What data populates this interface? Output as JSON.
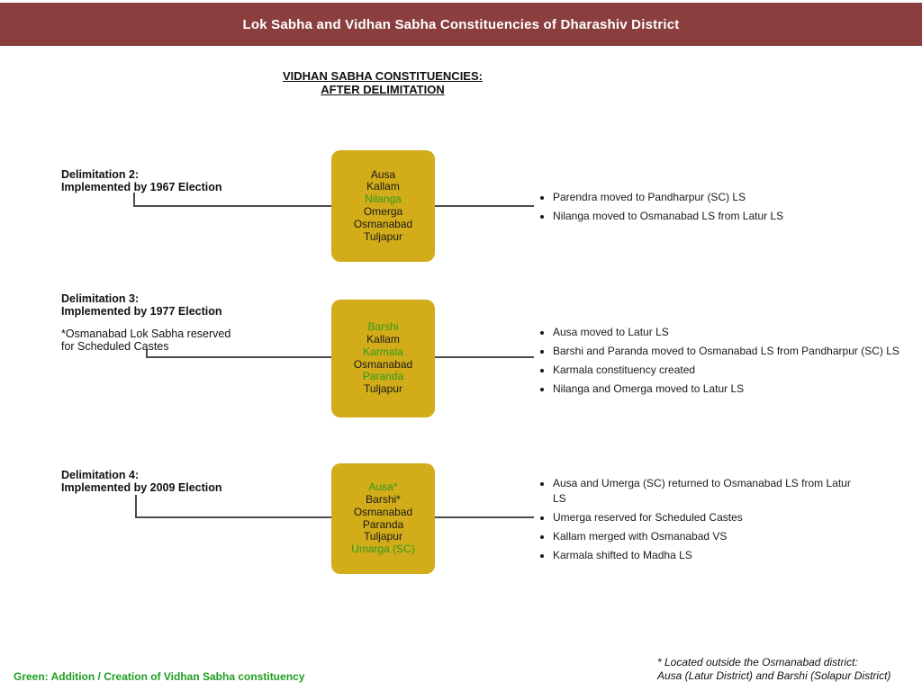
{
  "banner": {
    "title": "Lok Sabha and Vidhan Sabha Constituencies of  Dharashiv District"
  },
  "heading": {
    "line1": "VIDHAN SABHA CONSTITUENCIES:",
    "line2": "AFTER DELIMITATION"
  },
  "colors": {
    "banner_bg": "#8B3E3E",
    "box_fill": "#D2AC19",
    "green_text": "#2E9B1E",
    "legend_green": "#1F9E1F",
    "connector": "#4A4A4A"
  },
  "sections": [
    {
      "label_lines": [
        "Delimitation 2:",
        "Implemented by 1967 Election"
      ],
      "box": [
        {
          "text": "Ausa",
          "green": false
        },
        {
          "text": "Kallam",
          "green": false
        },
        {
          "text": "Nilanga",
          "green": true
        },
        {
          "text": "Omerga",
          "green": false
        },
        {
          "text": "Osmanabad",
          "green": false
        },
        {
          "text": "Tuljapur",
          "green": false
        }
      ],
      "bullets": [
        "Parendra moved to Pandharpur (SC) LS",
        "Nilanga moved to Osmanabad LS from Latur LS"
      ]
    },
    {
      "label_lines": [
        "Delimitation 3:",
        "Implemented by 1977 Election"
      ],
      "note_lines": [
        "*Osmanabad Lok Sabha reserved",
        "for Scheduled Castes"
      ],
      "box": [
        {
          "text": "Barshi",
          "green": true
        },
        {
          "text": "Kallam",
          "green": false
        },
        {
          "text": "Karmala",
          "green": true
        },
        {
          "text": "Osmanabad",
          "green": false
        },
        {
          "text": "Paranda",
          "green": true
        },
        {
          "text": "Tuljapur",
          "green": false
        }
      ],
      "bullets": [
        "Ausa moved to Latur LS",
        "Barshi and Paranda moved to Osmanabad LS from Pandharpur (SC) LS",
        "Karmala constituency created",
        "Nilanga and Omerga moved to Latur LS"
      ]
    },
    {
      "label_lines": [
        "Delimitation 4:",
        "Implemented by 2009 Election"
      ],
      "box": [
        {
          "text": "Ausa*",
          "green": true
        },
        {
          "text": "Barshi*",
          "green": false
        },
        {
          "text": "Osmanabad",
          "green": false
        },
        {
          "text": "Paranda",
          "green": false
        },
        {
          "text": "Tuljapur",
          "green": false
        },
        {
          "text": "Umarga (SC)",
          "green": true
        }
      ],
      "bullets": [
        "Ausa and Umerga (SC) returned to Osmanabad LS from Latur LS",
        "Umerga reserved for Scheduled Castes",
        "Kallam merged with Osmanabad VS",
        "Karmala shifted to Madha LS"
      ]
    }
  ],
  "legend": "Green: Addition / Creation of Vidhan Sabha constituency",
  "footnote_lines": [
    "* Located outside the Osmanabad district:",
    "Ausa (Latur District) and Barshi (Solapur District)"
  ]
}
